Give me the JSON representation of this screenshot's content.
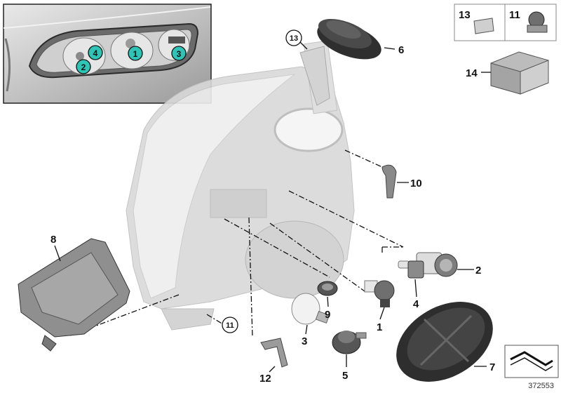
{
  "diagram_ref": "372553",
  "inset": {
    "markers": [
      "1",
      "2",
      "3",
      "4"
    ]
  },
  "parts": {
    "p1": "1",
    "p2": "2",
    "p3": "3",
    "p4": "4",
    "p5": "5",
    "p6": "6",
    "p7": "7",
    "p8": "8",
    "p9": "9",
    "p10": "10",
    "p11_circle": "11",
    "p11_box": "11",
    "p12": "12",
    "p13_circle": "13",
    "p13_box": "13",
    "p14": "14"
  },
  "colors": {
    "marker_fill": "#2ec4b6",
    "headlight_ghost": "#d9d9d9",
    "part_dark": "#3a3a3a",
    "part_grey": "#bdbdbd"
  }
}
